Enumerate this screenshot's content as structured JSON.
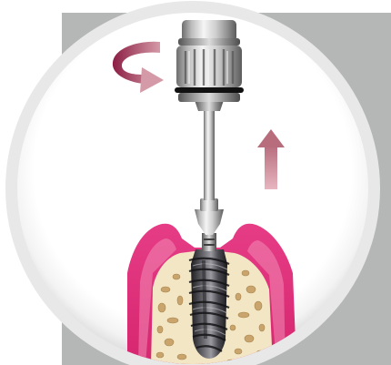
{
  "diagram": {
    "subject": "dental-implant-removal-illustration",
    "rotation_direction": "counterclockwise",
    "lift_direction": "up"
  },
  "colors": {
    "background_panel": "#b5b6b6",
    "ring_outer": "#e6e6e6",
    "ring_inner": "#ffffff",
    "rotate_arrow_head": "#8b1e44",
    "rotate_arrow_tail": "#d99ca8",
    "up_arrow": "#c98a96",
    "gum": "#e2307f",
    "gum_light": "#f38bb7",
    "bone": "#f3e6c4",
    "bone_pore": "#c9a56d",
    "metal_light": "#f2f2f2",
    "metal_mid": "#a9a9a9",
    "metal_dark": "#5c5c5c",
    "implant_dark": "#2f2f32",
    "o_ring": "#111111"
  }
}
